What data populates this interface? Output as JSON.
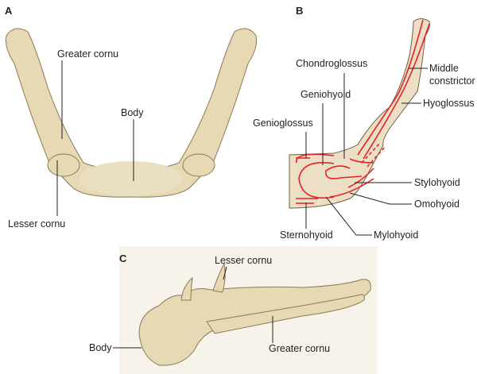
{
  "panels": {
    "a": {
      "letter": "A",
      "labels": {
        "greater_cornu": "Greater cornu",
        "body": "Body",
        "lesser_cornu": "Lesser cornu"
      }
    },
    "b": {
      "letter": "B",
      "labels": {
        "chondroglossus": "Chondroglossus",
        "geniohyoid": "Geniohyoid",
        "genioglossus": "Genioglossus",
        "middle_constrictor_1": "Middle",
        "middle_constrictor_2": "constrictor",
        "hyoglossus": "Hyoglossus",
        "stylohyoid": "Stylohyoid",
        "omohyoid": "Omohyoid",
        "sternohyoid": "Sternohyoid",
        "mylohyoid": "Mylohyoid"
      }
    },
    "c": {
      "letter": "C",
      "labels": {
        "lesser_cornu": "Lesser cornu",
        "body": "Body",
        "greater_cornu": "Greater cornu"
      }
    }
  },
  "colors": {
    "bone": "#e6d9b4",
    "muscle_line": "#e3242b"
  }
}
